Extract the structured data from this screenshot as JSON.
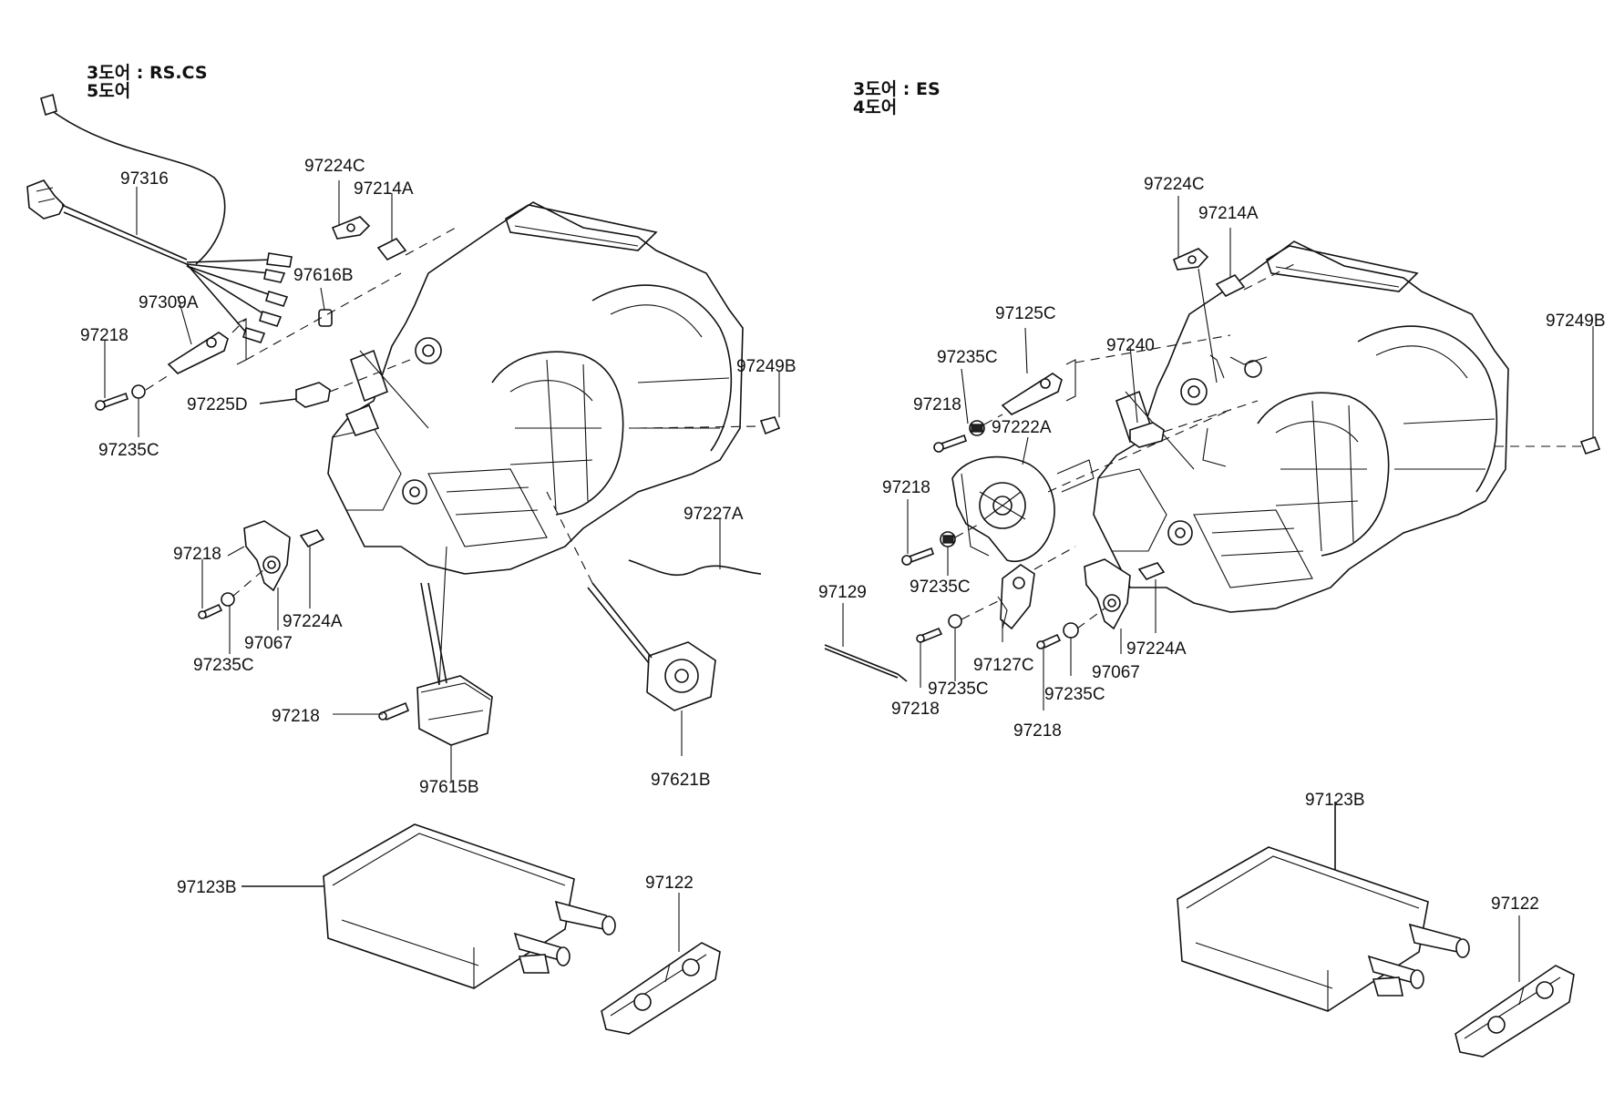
{
  "headers": {
    "left_line1": "3도어 : RS.CS",
    "left_line2": "5도어",
    "right_line1": "3도어 : ES",
    "right_line2": "4도어"
  },
  "labels": {
    "left": {
      "p97316": "97316",
      "p97224C": "97224C",
      "p97214A": "97214A",
      "p97616B": "97616B",
      "p97309A": "97309A",
      "p97218_a": "97218",
      "p97225D": "97225D",
      "p97235C_a": "97235C",
      "p97249B": "97249B",
      "p97227A": "97227A",
      "p97218_b": "97218",
      "p97224A": "97224A",
      "p97067": "97067",
      "p97235C_b": "97235C",
      "p97218_c": "97218",
      "p97615B": "97615B",
      "p97621B": "97621B",
      "p97123B": "97123B",
      "p97122": "97122"
    },
    "right": {
      "p97224C": "97224C",
      "p97214A": "97214A",
      "p97125C": "97125C",
      "p97240": "97240",
      "p97249B": "97249B",
      "p97235C_a": "97235C",
      "p97218_a": "97218",
      "p97222A": "97222A",
      "p97218_b": "97218",
      "p97235C_b": "97235C",
      "p97129": "97129",
      "p97127C": "97127C",
      "p97218_c": "97218",
      "p97235C_c": "97235C",
      "p97235C_d": "97235C",
      "p97067": "97067",
      "p97224A": "97224A",
      "p97218_d": "97218",
      "p97123B": "97123B",
      "p97122": "97122"
    }
  }
}
